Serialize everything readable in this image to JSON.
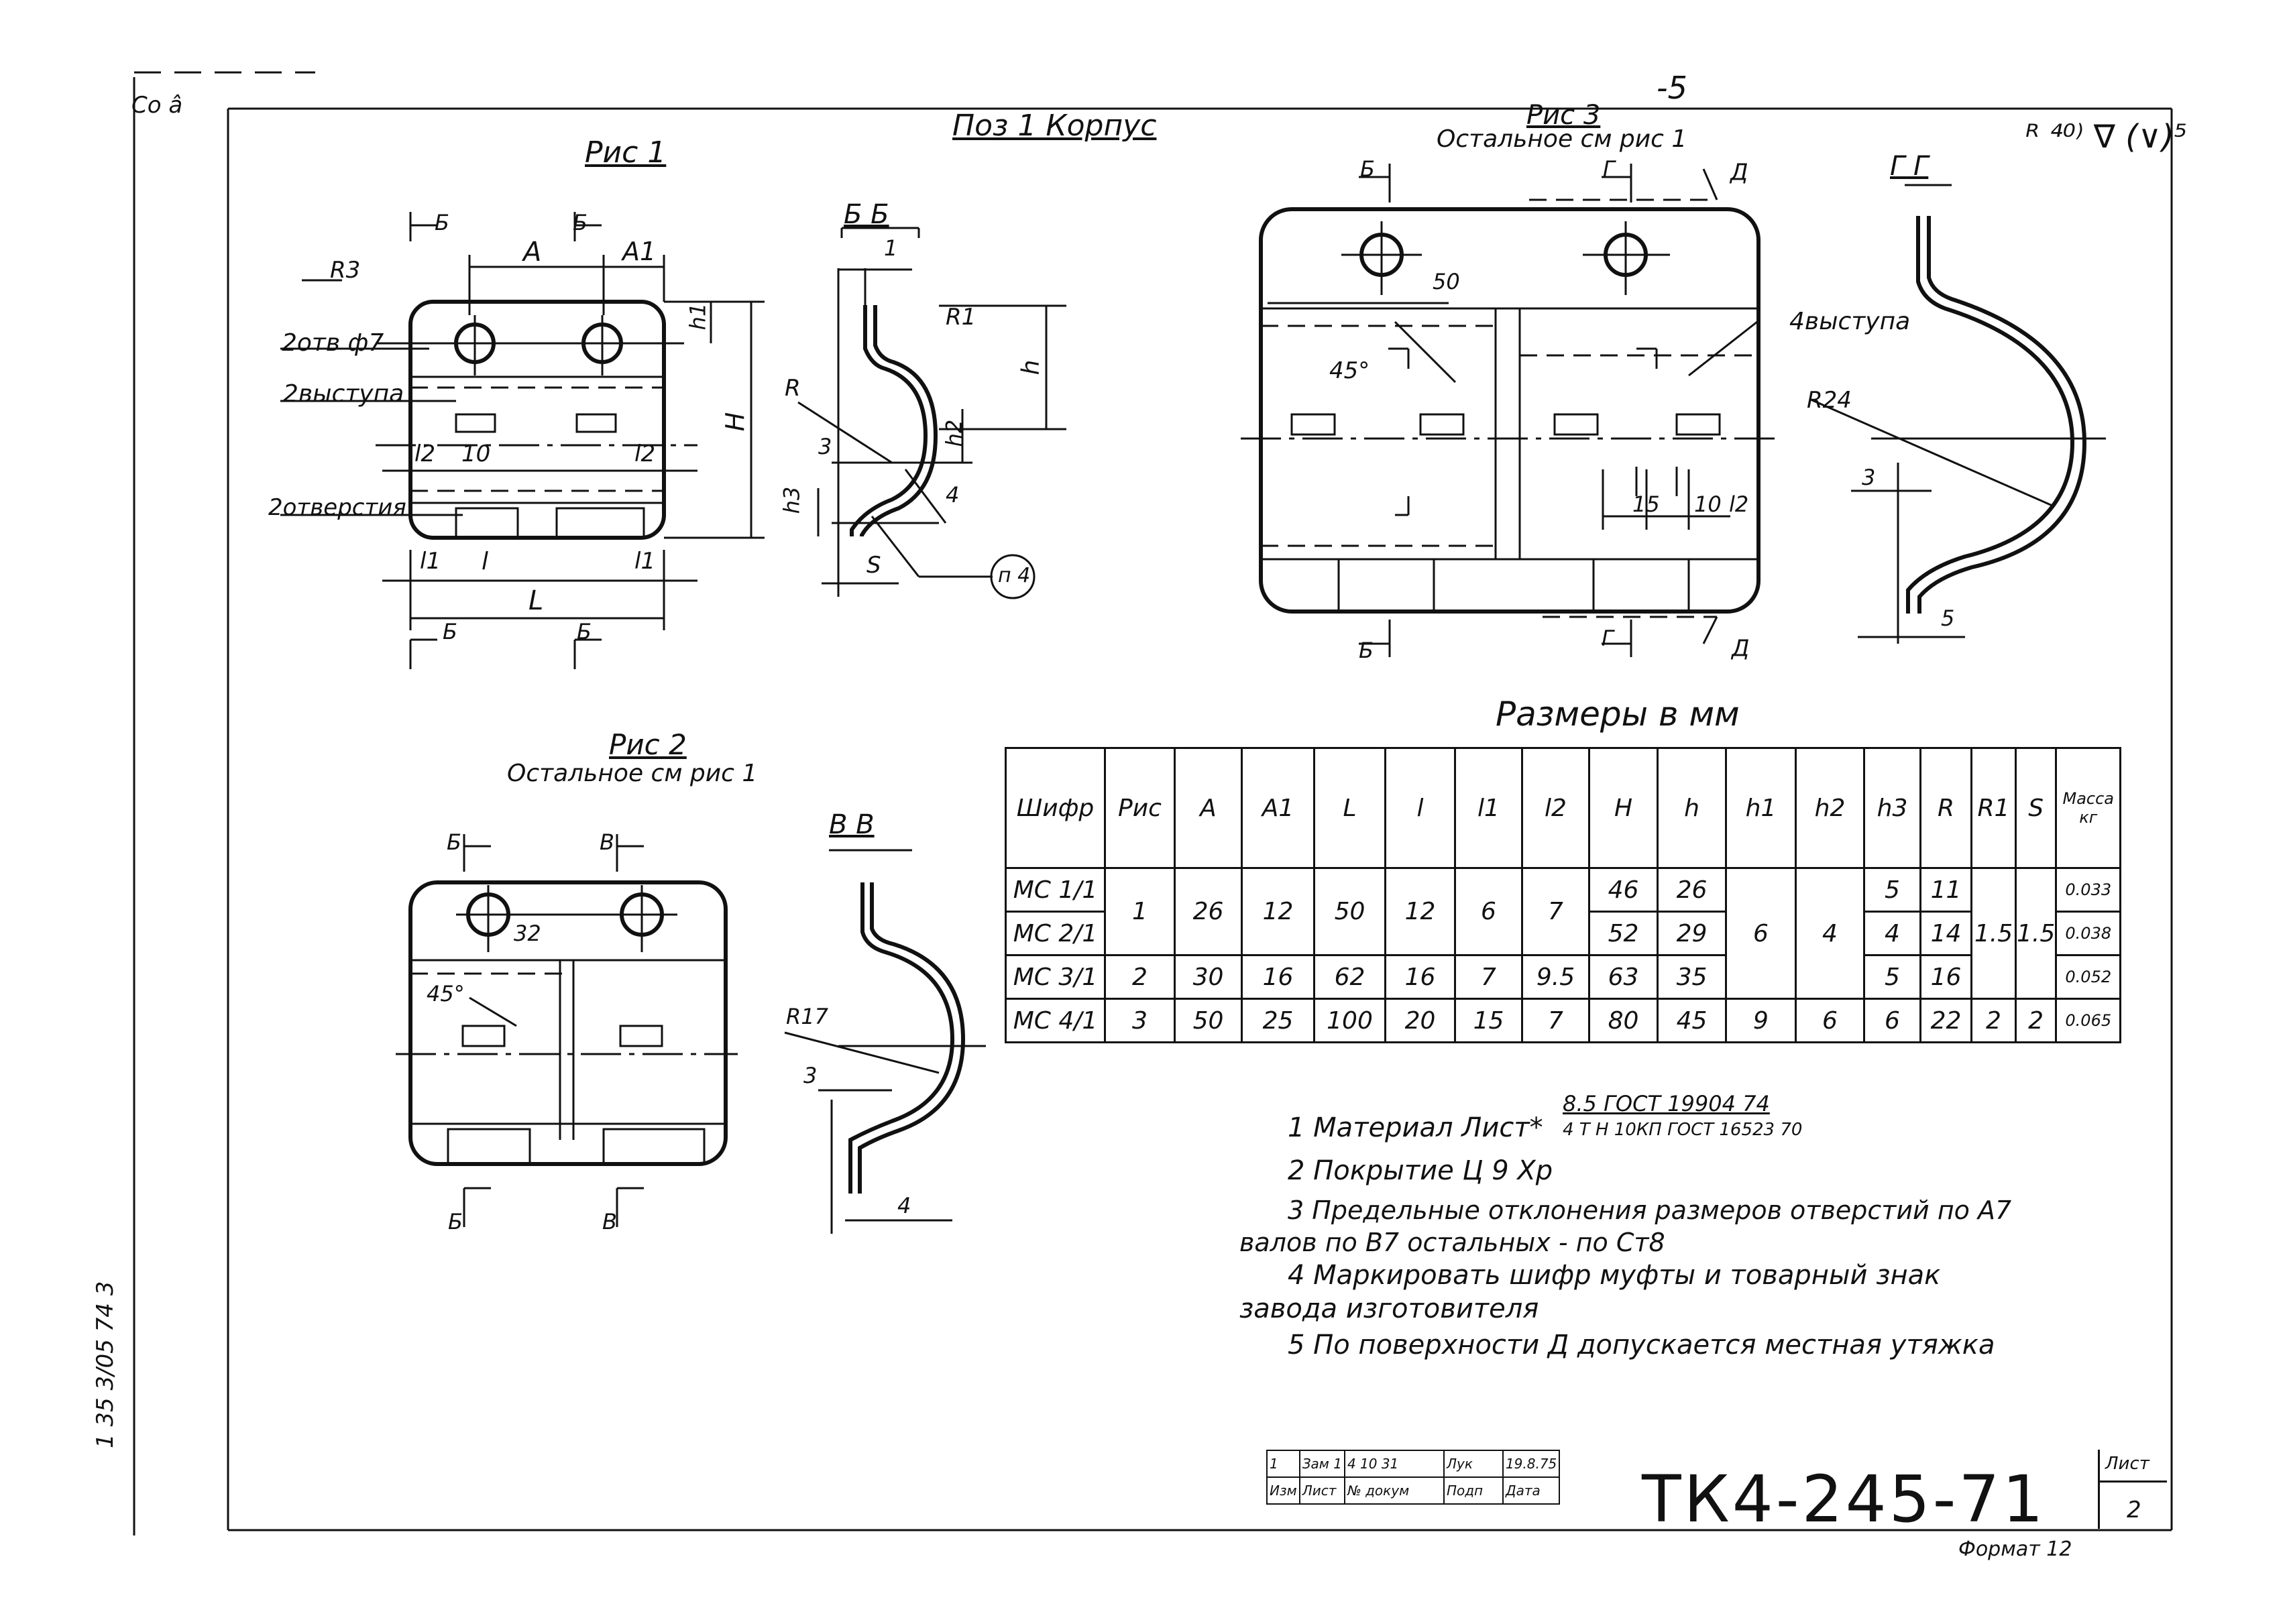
{
  "page": {
    "page_number": "-5",
    "corner_mark": "Со а̂",
    "format_label": "Формат 12",
    "roughness_mark": "ᴿ ⁴⁰⁾ ∇ (∨)⁵",
    "margin_stamp": "1 35 3/05 74 3"
  },
  "header": {
    "part_title": "Поз 1 Корпус"
  },
  "fig1": {
    "title": "Рис 1",
    "labels": {
      "b_left": "Б",
      "b_mid": "Б",
      "a": "A",
      "a1": "A1",
      "r3": "R3",
      "holes": "2отв ф7",
      "bumps": "2выступа",
      "openings": "2отверстия",
      "l2_left": "l2",
      "ten": "10",
      "l2_right": "l2",
      "l1_left": "l1",
      "l": "l",
      "l1_right": "l1",
      "big_l": "L",
      "h1": "h1",
      "big_h": "H",
      "b_bot_left": "Б",
      "b_bot_right": "Б"
    }
  },
  "section_bb": {
    "title": "Б Б",
    "labels": {
      "one": "1",
      "r1": "R1",
      "h": "h",
      "h2": "h2",
      "r": "R",
      "three": "3",
      "four": "4",
      "h3": "h3",
      "s": "S",
      "p4": "п 4"
    }
  },
  "fig2": {
    "title": "Рис 2",
    "subtitle": "Остальное см рис 1",
    "labels": {
      "b_top": "Б",
      "v_top": "В",
      "thirty_two": "32",
      "angle": "45°",
      "b_bot": "Б",
      "v_bot": "В"
    }
  },
  "section_vv": {
    "title": "В В",
    "labels": {
      "r17": "R17",
      "three": "3",
      "four": "4"
    }
  },
  "fig3": {
    "title": "Рис 3",
    "subtitle": "Остальное см рис 1",
    "labels": {
      "b_top": "Б",
      "g_top": "Г",
      "d_top": "Д",
      "fifty": "50",
      "angle": "45°",
      "bumps": "4выступа",
      "fifteen": "15",
      "ten": "10",
      "l2": "l2",
      "b_bot": "Б",
      "g_bot": "Г",
      "d_bot": "Д"
    }
  },
  "section_gg": {
    "title": "Г Г",
    "labels": {
      "r24": "R24",
      "three": "3",
      "five": "5"
    }
  },
  "table": {
    "caption": "Размеры в мм",
    "headers": [
      "Шифр",
      "Рис",
      "A",
      "A1",
      "L",
      "l",
      "l1",
      "l2",
      "H",
      "h",
      "h1",
      "h2",
      "h3",
      "R",
      "R1",
      "S",
      "Масса кг"
    ],
    "rows": [
      {
        "code": "МС 1/1",
        "H": "46",
        "h": "26",
        "h3": "5",
        "R": "11",
        "mass": "0.033"
      },
      {
        "code": "МС 2/1",
        "H": "52",
        "h": "29",
        "h3": "4",
        "R": "14",
        "mass": "0.038"
      },
      {
        "code": "МС 3/1",
        "H": "63",
        "h": "35",
        "h3": "5",
        "R": "16",
        "mass": "0.052"
      },
      {
        "code": "МС 4/1",
        "H": "80",
        "h": "45",
        "h3": "6",
        "R": "22",
        "mass": "0.065"
      }
    ],
    "group12": {
      "fig": "1",
      "A": "26",
      "A1": "12",
      "L": "50",
      "l": "12",
      "l1": "6",
      "l2": "7"
    },
    "group3": {
      "fig": "2",
      "A": "30",
      "A1": "16",
      "L": "62",
      "l": "16",
      "l1": "7",
      "l2": "9.5"
    },
    "group4": {
      "fig": "3",
      "A": "50",
      "A1": "25",
      "L": "100",
      "l": "20",
      "l1": "15",
      "l2": "7",
      "h1": "9",
      "h2": "6",
      "R1": "2",
      "S": "2"
    },
    "group123": {
      "h1": "6",
      "h2": "4",
      "R1": "1.5",
      "S": "1.5"
    }
  },
  "notes": {
    "n1_prefix": "1  Материал  Лист*",
    "n1_top": "8.5  ГОСТ  19904  74",
    "n1_bottom": "4  Т  Н  10КП  ГОСТ 16523  70",
    "n2": "2  Покрытие  Ц  9  Хр",
    "n3a": "3  Предельные отклонения размеров  отверстий  по А7",
    "n3b": "валов  по В7  остальных - по Ст8",
    "n4a": "4  Маркировать  шифр  муфты  и  товарный  знак",
    "n4b": "завода  изготовителя",
    "n5": "5  По  поверхности  Д допускается  местная  утяжка"
  },
  "title_block": {
    "row1": [
      "1",
      "Зам 1",
      "4  10 31",
      "Лук",
      "19.8.75"
    ],
    "row2": [
      "Изм",
      "Лист",
      "№ докум",
      "Подп",
      "Дата"
    ],
    "doc_code": "ТК4-245-71",
    "sheet_label": "Лист",
    "sheet_number": "2"
  }
}
